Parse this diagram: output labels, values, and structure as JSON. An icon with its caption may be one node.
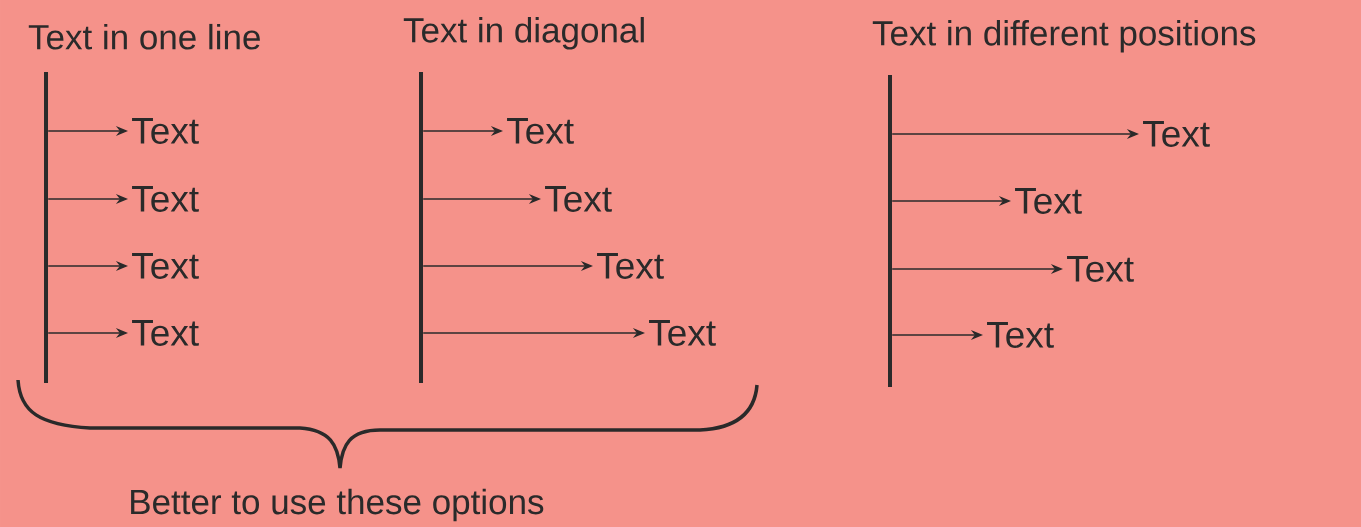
{
  "diagram": {
    "nodes": [
      {
        "text": [],
        "shape": "bar",
        "beside": [
          "Text in one line"
        ]
      },
      {
        "text": [
          "Text"
        ]
      },
      {
        "text": [
          "Text"
        ]
      },
      {
        "text": [
          "Text"
        ]
      },
      {
        "text": [
          "Text"
        ]
      },
      {
        "text": [],
        "shape": "bar",
        "beside": [
          "Text in diagonal"
        ]
      },
      {
        "text": [
          "Text"
        ]
      },
      {
        "text": [
          "Text"
        ]
      },
      {
        "text": [
          "Text"
        ]
      },
      {
        "text": [
          "Text"
        ]
      },
      {
        "text": [],
        "shape": "bar",
        "beside": [
          "Text in different positions"
        ]
      },
      {
        "text": [
          "Text"
        ]
      },
      {
        "text": [
          "Text"
        ]
      },
      {
        "text": [
          "Text"
        ]
      },
      {
        "text": [
          "Text"
        ]
      }
    ],
    "edges": [
      {
        "from": 0,
        "to": 1,
        "arrow": "to"
      },
      {
        "from": 0,
        "to": 2,
        "arrow": "to"
      },
      {
        "from": 0,
        "to": 3,
        "arrow": "to"
      },
      {
        "from": 0,
        "to": 4,
        "arrow": "to"
      },
      {
        "from": 5,
        "to": 6,
        "arrow": "to"
      },
      {
        "from": 5,
        "to": 7,
        "arrow": "to"
      },
      {
        "from": 5,
        "to": 8,
        "arrow": "to"
      },
      {
        "from": 5,
        "to": 9,
        "arrow": "to"
      },
      {
        "from": 10,
        "to": 11,
        "arrow": "to"
      },
      {
        "from": 10,
        "to": 12,
        "arrow": "to"
      },
      {
        "from": 10,
        "to": 13,
        "arrow": "to"
      },
      {
        "from": 10,
        "to": 14,
        "arrow": "to"
      }
    ],
    "labels": [
      "Better to use these options"
    ]
  }
}
